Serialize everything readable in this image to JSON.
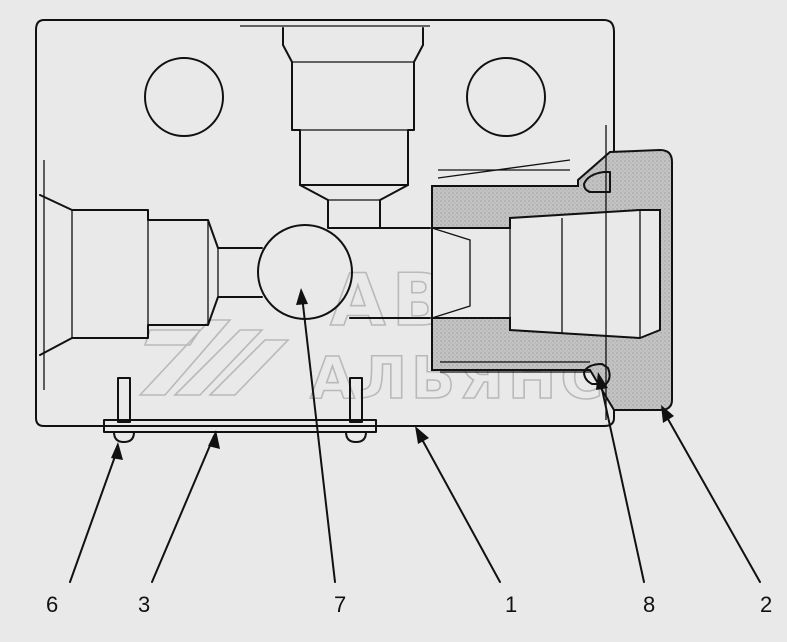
{
  "watermark": {
    "line1": "АВТО",
    "line2": "АЛЬЯНС"
  },
  "callouts": [
    {
      "id": "6",
      "label": "6"
    },
    {
      "id": "3",
      "label": "3"
    },
    {
      "id": "7",
      "label": "7"
    },
    {
      "id": "1",
      "label": "1"
    },
    {
      "id": "8",
      "label": "8"
    },
    {
      "id": "2",
      "label": "2"
    }
  ],
  "colors": {
    "background": "#e9e9e9",
    "line": "#111111",
    "hatch": "#bdbdbd",
    "watermark": "#b9b9b9"
  }
}
